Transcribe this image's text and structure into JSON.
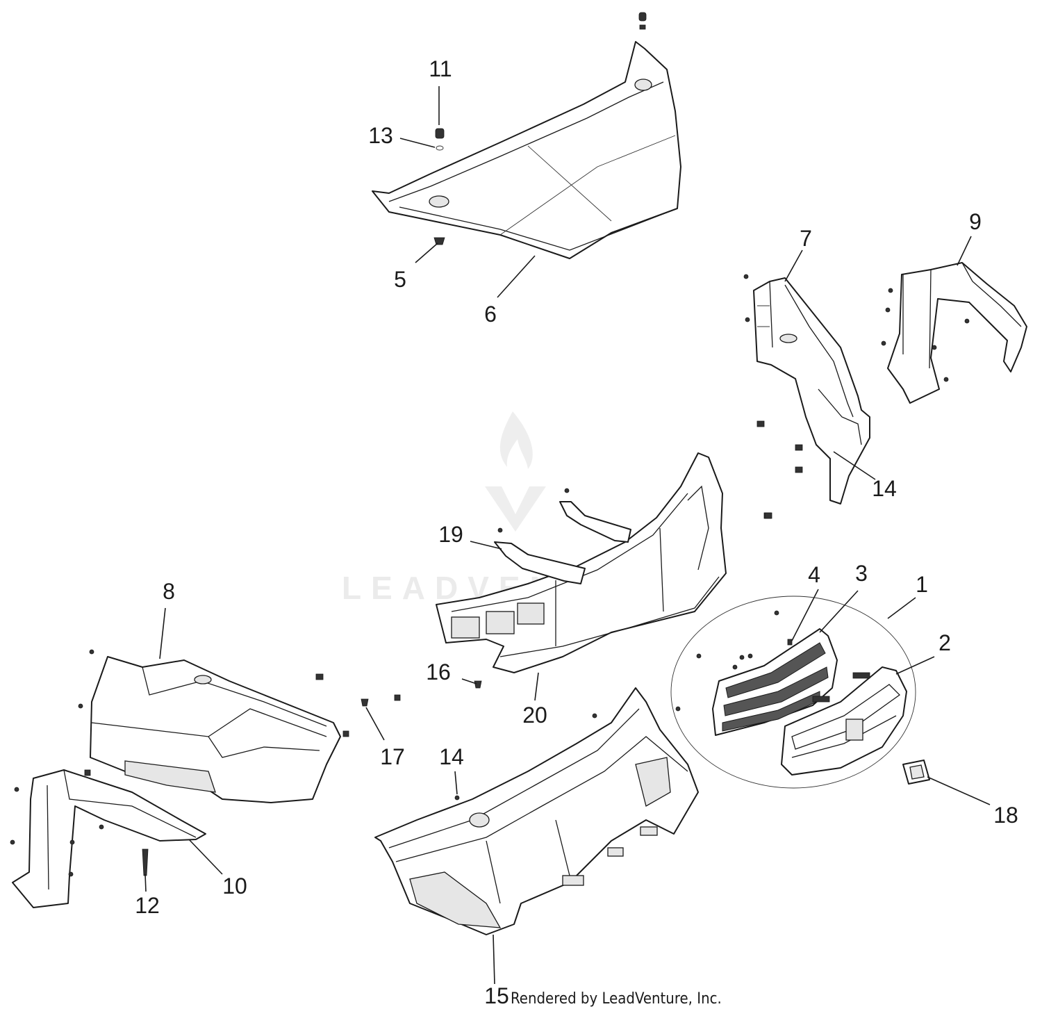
{
  "diagram": {
    "watermark": "LEADVENTURE",
    "footer_credit": "Rendered by LeadVenture, Inc.",
    "callouts": [
      {
        "id": "c1",
        "label": "1"
      },
      {
        "id": "c2",
        "label": "2"
      },
      {
        "id": "c3",
        "label": "3"
      },
      {
        "id": "c4",
        "label": "4"
      },
      {
        "id": "c5",
        "label": "5"
      },
      {
        "id": "c6",
        "label": "6"
      },
      {
        "id": "c7",
        "label": "7"
      },
      {
        "id": "c8",
        "label": "8"
      },
      {
        "id": "c9",
        "label": "9"
      },
      {
        "id": "c10",
        "label": "10"
      },
      {
        "id": "c11",
        "label": "11"
      },
      {
        "id": "c12",
        "label": "12"
      },
      {
        "id": "c13",
        "label": "13"
      },
      {
        "id": "c14a",
        "label": "14"
      },
      {
        "id": "c14b",
        "label": "14"
      },
      {
        "id": "c15",
        "label": "15"
      },
      {
        "id": "c16",
        "label": "16"
      },
      {
        "id": "c17",
        "label": "17"
      },
      {
        "id": "c18",
        "label": "18"
      },
      {
        "id": "c19",
        "label": "19"
      },
      {
        "id": "c20",
        "label": "20"
      }
    ]
  }
}
